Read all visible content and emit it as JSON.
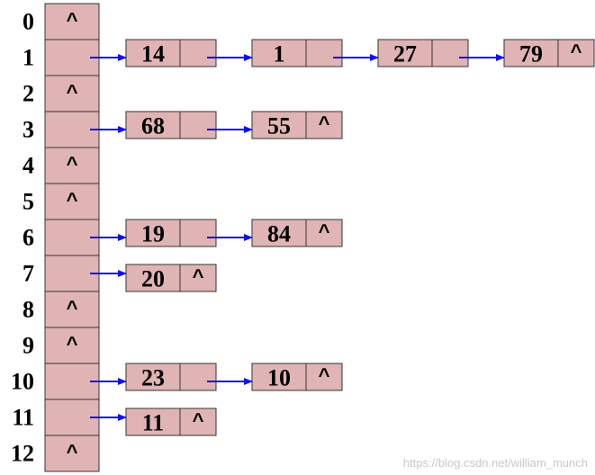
{
  "colors": {
    "cell_fill": "#e0b4b4",
    "cell_stroke": "#333333",
    "arrow": "#1010ee",
    "text": "#000000",
    "watermark": "#c8c8c8"
  },
  "null_symbol": "^",
  "buckets": [
    {
      "index": "0",
      "chain": []
    },
    {
      "index": "1",
      "chain": [
        "14",
        "1",
        "27",
        "79"
      ]
    },
    {
      "index": "2",
      "chain": []
    },
    {
      "index": "3",
      "chain": [
        "68",
        "55"
      ]
    },
    {
      "index": "4",
      "chain": []
    },
    {
      "index": "5",
      "chain": []
    },
    {
      "index": "6",
      "chain": [
        "19",
        "84"
      ]
    },
    {
      "index": "7",
      "chain": [
        "20"
      ]
    },
    {
      "index": "8",
      "chain": []
    },
    {
      "index": "9",
      "chain": []
    },
    {
      "index": "10",
      "chain": [
        "23",
        "10"
      ]
    },
    {
      "index": "11",
      "chain": [
        "11"
      ]
    },
    {
      "index": "12",
      "chain": []
    }
  ],
  "watermark": "https://blog.csdn.net/william_munch"
}
